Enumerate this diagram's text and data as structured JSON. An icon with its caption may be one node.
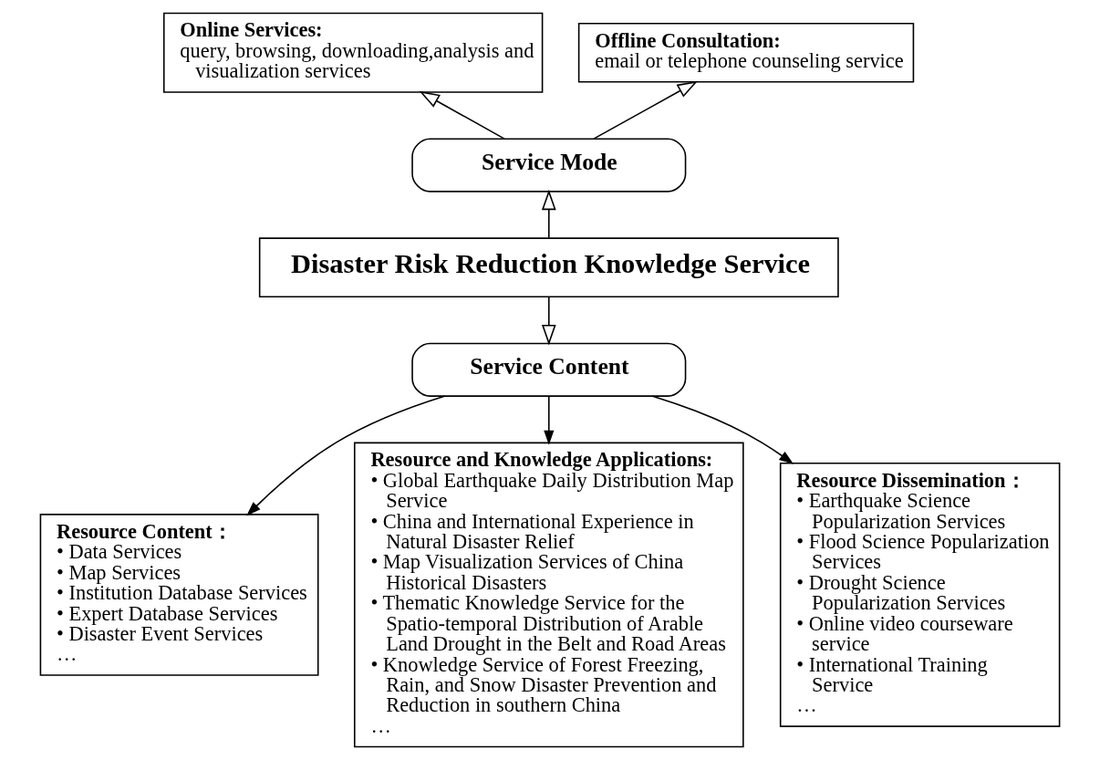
{
  "diagram": {
    "nodes": [
      {
        "text": [
          "Online Services:",
          "query, browsing, downloading,analysis and visualization services"
        ]
      },
      {
        "text": [
          "Offline Consultation:",
          "email or telephone counseling service"
        ]
      },
      {
        "text": [
          "Service Mode"
        ]
      },
      {
        "text": [
          "Disaster Risk Reduction Knowledge Service"
        ]
      },
      {
        "text": [
          "Service Content"
        ]
      },
      {
        "text": [
          "Resource Content：",
          "• Data Services",
          "• Map Services",
          "• Institution Database Services",
          "• Expert Database Services",
          "• Disaster Event Services",
          "…"
        ]
      },
      {
        "text": [
          "Resource and Knowledge Applications:",
          "• Global Earthquake Daily Distribution Map Service",
          "• China and International Experience in Natural Disaster Relief",
          "• Map Visualization Services of China Historical Disasters",
          "• Thematic Knowledge Service for the Spatio-temporal Distribution of Arable Land Drought in the Belt and Road Areas",
          "• Knowledge Service of Forest Freezing, Rain, and Snow Disaster Prevention and Reduction in southern China",
          "…"
        ]
      },
      {
        "text": [
          "Resource Dissemination：",
          "• Earthquake Science Popularization Services",
          "• Flood Science Popularization Services",
          "• Drought Science Popularization Services",
          "• Online video courseware service",
          "• International Training Service",
          "…"
        ]
      }
    ],
    "edges": [
      {
        "from": 2,
        "to": 0,
        "arrow": "to"
      },
      {
        "from": 2,
        "to": 1,
        "arrow": "to"
      },
      {
        "from": 3,
        "to": 2,
        "arrow": "to"
      },
      {
        "from": 3,
        "to": 4,
        "arrow": "to"
      },
      {
        "from": 4,
        "to": 5,
        "arrow": "to"
      },
      {
        "from": 4,
        "to": 6,
        "arrow": "to"
      },
      {
        "from": 4,
        "to": 7,
        "arrow": "to"
      }
    ]
  }
}
